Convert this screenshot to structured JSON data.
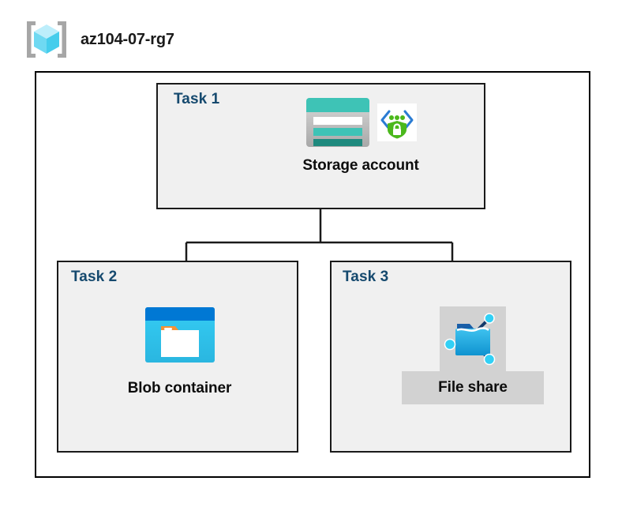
{
  "header": {
    "icon": "resource-group-icon",
    "title": "az104-07-rg7"
  },
  "diagram": {
    "container_label": "az104-07-rg7",
    "tasks": [
      {
        "id": "task1",
        "label": "Task 1",
        "node": {
          "caption": "Storage account",
          "icons": [
            "storage-account-icon",
            "secure-endpoint-icon"
          ],
          "selected": false
        }
      },
      {
        "id": "task2",
        "label": "Task 2",
        "node": {
          "caption": "Blob container",
          "icons": [
            "blob-container-icon"
          ],
          "selected": false
        }
      },
      {
        "id": "task3",
        "label": "Task 3",
        "node": {
          "caption": "File share",
          "icons": [
            "file-share-icon"
          ],
          "selected": true
        }
      }
    ],
    "connections": [
      {
        "from": "Storage account",
        "to": "Blob container"
      },
      {
        "from": "Storage account",
        "to": "File share"
      }
    ]
  },
  "colors": {
    "task_label": "#15496e",
    "caption": "#0d0d0d",
    "box_border": "#1a1a1a",
    "box_fill": "#f0f0f0",
    "page_background": "#ffffff",
    "selection_highlight": "#d2d2d2",
    "storage_teal": "#3ec3b6",
    "storage_teal_dark": "#1f8a7e",
    "blob_blue": "#0078d4",
    "blob_cyan": "#32c8f0",
    "blob_orange": "#f79234",
    "secure_green": "#4bb81c",
    "secure_blue": "#2b7cd3",
    "fileshare_blue": "#1ba1e2",
    "fileshare_node": "#32d0f5",
    "rg_cube_cyan": "#9fe8f8",
    "rg_bracket_gray": "#a6a6a6"
  }
}
